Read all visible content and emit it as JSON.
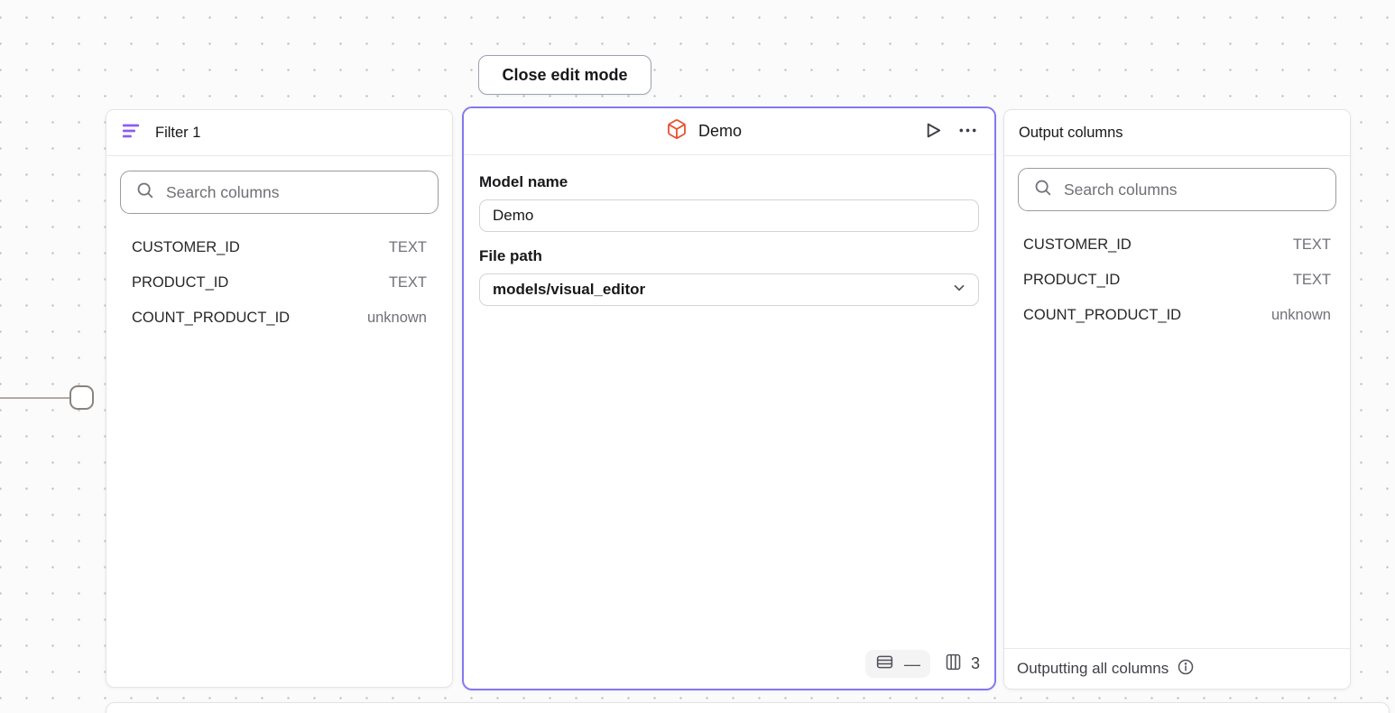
{
  "canvas": {
    "close_button_label": "Close edit mode"
  },
  "filter_panel": {
    "title": "Filter 1",
    "search_placeholder": "Search columns",
    "columns": [
      {
        "name": "CUSTOMER_ID",
        "type": "TEXT"
      },
      {
        "name": "PRODUCT_ID",
        "type": "TEXT"
      },
      {
        "name": "COUNT_PRODUCT_ID",
        "type": "unknown"
      }
    ]
  },
  "model_panel": {
    "title": "Demo",
    "model_name_label": "Model name",
    "model_name_value": "Demo",
    "file_path_label": "File path",
    "file_path_value": "models/visual_editor",
    "row_count": "—",
    "column_count": "3"
  },
  "output_panel": {
    "title": "Output columns",
    "search_placeholder": "Search columns",
    "columns": [
      {
        "name": "CUSTOMER_ID",
        "type": "TEXT"
      },
      {
        "name": "PRODUCT_ID",
        "type": "TEXT"
      },
      {
        "name": "COUNT_PRODUCT_ID",
        "type": "unknown"
      }
    ],
    "footer_text": "Outputting all columns"
  },
  "icons": {
    "filter": "filter-lines",
    "search": "magnifier",
    "model": "cube-box",
    "run": "play-triangle",
    "more": "ellipsis",
    "file_path": "chevron-down",
    "rows": "table-rows",
    "columns": "table-columns",
    "info": "info-circle"
  },
  "colors": {
    "selected_node_border": "#8477f1",
    "filter_icon": "#8b5cf6",
    "model_icon": "#e8502e",
    "canvas_dot": "#c6c6c6",
    "panel_border": "#e4e4e7",
    "muted_text": "#71717a"
  }
}
